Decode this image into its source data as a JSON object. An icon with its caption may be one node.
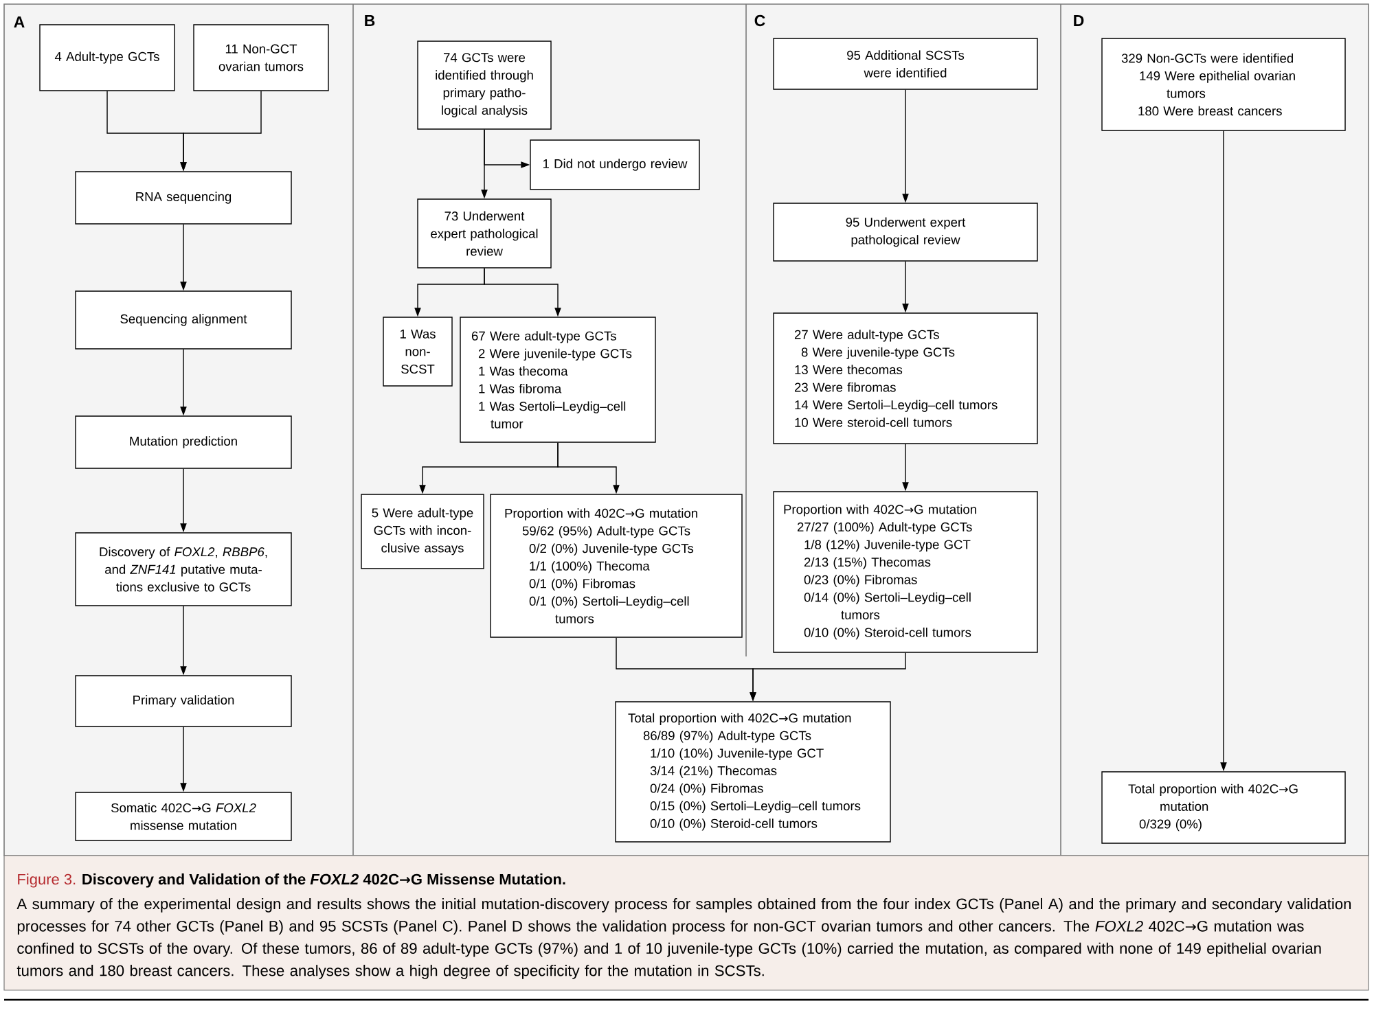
{
  "diagram": {
    "title": "Discovery and Validation of the *FOXL2* 402C→G Missense Mutation.",
    "caption": "A summary of the experimental design and results shows the initial mutation-discovery process for samples obtained from the four index GCTs (Panel A) and the primary and secondary validation processes for 74 other GCTs (Panel B) and 95 SCSTs (Panel C). Panel D shows the validation process for non-GCT ovarian tumors and other cancers. The *FOXL2* 402C→G mutation was confined to SCSTs of the ovary. Of these tumors, 86 of 89 adult-type GCTs (97%) and 1 of 10 juvenile-type GCTs (10%) carried the mutation, as compared with none of 149 epithelial ovarian tumors and 180 breast cancers. These analyses show a high degree of specificity for the mutation in SCSTs.",
    "nodes": [
      {
        "text": [
          "4 Adult-type GCTs"
        ]
      },
      {
        "text": [
          "11 Non-GCT ovarian tumors"
        ]
      },
      {
        "text": [
          "RNA sequencing"
        ]
      },
      {
        "text": [
          "Sequencing alignment"
        ]
      },
      {
        "text": [
          "Mutation prediction"
        ]
      },
      {
        "text": [
          "Discovery of *FOXL2*, *RBBP6*, and *ZNF141* putative muta- tions exclusive to GCTs"
        ]
      },
      {
        "text": [
          "Primary validation"
        ]
      },
      {
        "text": [
          "Somatic 402C→G *FOXL2* missense mutation"
        ]
      },
      {
        "text": [
          "74 GCTs were identified through primary patho- logical analysis"
        ]
      },
      {
        "text": [
          "1 Did not undergo review"
        ]
      },
      {
        "text": [
          "73 Underwent expert pathological review"
        ]
      },
      {
        "text": [
          "1 Was non- SCST"
        ]
      },
      {
        "text": [
          "67 Were adult-type GCTs",
          "2 Were juvenile-type GCTs",
          "1 Was thecoma",
          "1 Was fibroma",
          "1 Was Sertoli–Leydig–cell tumor"
        ]
      },
      {
        "text": [
          "5 Were adult-type GCTs with incon- clusive assays"
        ]
      },
      {
        "text": [
          "Proportion with 402C→G mutation",
          "59/62 (95%) Adult-type GCTs",
          "0/2 (0%) Juvenile-type GCTs",
          "1/1 (100%) Thecoma",
          "0/1 (0%) Fibromas",
          "0/1 (0%) Sertoli–Leydig–cell tumors"
        ]
      },
      {
        "text": [
          "95 Additional SCSTs were identified"
        ]
      },
      {
        "text": [
          "95 Underwent expert pathological review"
        ]
      },
      {
        "text": [
          "27 Were adult-type GCTs",
          "8 Were juvenile-type GCTs",
          "13 Were thecomas",
          "23 Were fibromas",
          "14 Were Sertoli–Leydig–cell tumors",
          "10 Were steroid-cell tumors"
        ]
      },
      {
        "text": [
          "Proportion with 402C→G mutation",
          "27/27 (100%) Adult-type GCTs",
          "1/8 (12%) Juvenile-type GCT",
          "2/13 (15%) Thecomas",
          "0/23 (0%) Fibromas",
          "0/14 (0%) Sertoli–Leydig–cell tumors",
          "0/10 (0%) Steroid-cell tumors"
        ]
      },
      {
        "text": [
          "Total proportion with 402C→G mutation",
          "86/89 (97%) Adult-type GCTs",
          "1/10 (10%) Juvenile-type GCT",
          "3/14 (21%) Thecomas",
          "0/24 (0%) Fibromas",
          "0/15 (0%) Sertoli–Leydig–cell tumors",
          "0/10 (0%) Steroid-cell tumors"
        ]
      },
      {
        "text": [
          "329 Non-GCTs were identified",
          "149 Were epithelial ovarian tumors",
          "180 Were breast cancers"
        ]
      },
      {
        "text": [
          "Total proportion with 402C→G mutation",
          "0/329 (0%)"
        ]
      }
    ],
    "edges": [
      {
        "from": 0,
        "to": 2,
        "arrow": "to"
      },
      {
        "from": 1,
        "to": 2,
        "arrow": "to"
      },
      {
        "from": 2,
        "to": 3,
        "arrow": "to"
      },
      {
        "from": 3,
        "to": 4,
        "arrow": "to"
      },
      {
        "from": 4,
        "to": 5,
        "arrow": "to"
      },
      {
        "from": 5,
        "to": 6,
        "arrow": "to"
      },
      {
        "from": 6,
        "to": 7,
        "arrow": "to"
      },
      {
        "from": 8,
        "to": 10,
        "arrow": "to"
      },
      {
        "from": 8,
        "to": 9,
        "arrow": "to"
      },
      {
        "from": 10,
        "to": 11,
        "arrow": "to"
      },
      {
        "from": 10,
        "to": 12,
        "arrow": "to"
      },
      {
        "from": 12,
        "to": 13,
        "arrow": "to"
      },
      {
        "from": 12,
        "to": 14,
        "arrow": "to"
      },
      {
        "from": 14,
        "to": 19,
        "arrow": "to"
      },
      {
        "from": 15,
        "to": 16,
        "arrow": "to"
      },
      {
        "from": 16,
        "to": 17,
        "arrow": "to"
      },
      {
        "from": 17,
        "to": 18,
        "arrow": "to"
      },
      {
        "from": 18,
        "to": 19,
        "arrow": "to"
      },
      {
        "from": 20,
        "to": 21,
        "arrow": "to"
      }
    ],
    "labels": [
      "A",
      "B",
      "C",
      "D",
      "Figure 3."
    ]
  }
}
